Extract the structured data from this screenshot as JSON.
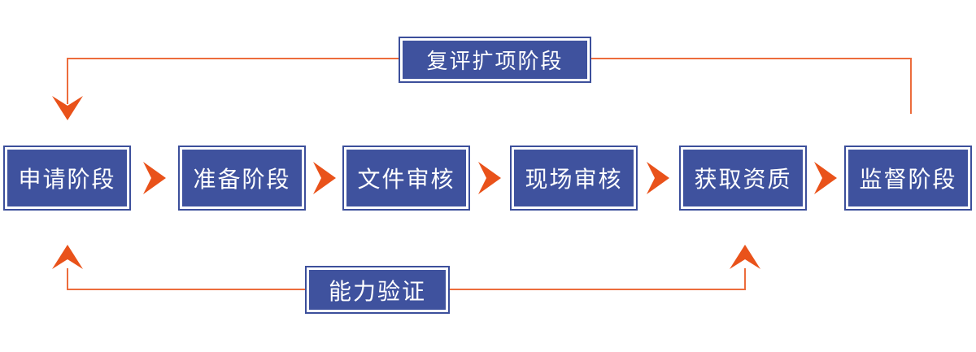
{
  "diagram": {
    "stages": [
      {
        "label": "申请阶段"
      },
      {
        "label": "准备阶段"
      },
      {
        "label": "文件审核"
      },
      {
        "label": "现场审核"
      },
      {
        "label": "获取资质"
      },
      {
        "label": "监督阶段"
      }
    ],
    "top_feedback": {
      "label": "复评扩项阶段"
    },
    "bottom_feedback": {
      "label": "能力验证"
    },
    "colors": {
      "box_fill": "#3f529e",
      "box_border": "#3c4f9b",
      "box_text": "#ffffff",
      "arrow_orange": "#e9521a",
      "line_orange": "#ec6c3c",
      "background": "#ffffff"
    }
  }
}
